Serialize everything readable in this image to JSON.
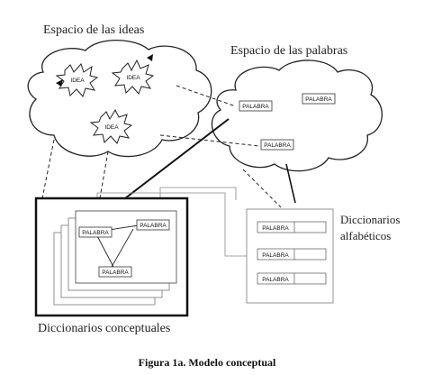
{
  "figure": {
    "ideas_space_label": "Espacio de las ideas",
    "words_space_label": "Espacio de las palabras",
    "alpha_dict_label_1": "Diccionarios",
    "alpha_dict_label_2": "alfabéticos",
    "concept_dict_label": "Diccionarios conceptuales",
    "idea_label": "IDEA",
    "word_label": "PALABRA",
    "caption": "Figura 1a. Modelo conceptual"
  }
}
